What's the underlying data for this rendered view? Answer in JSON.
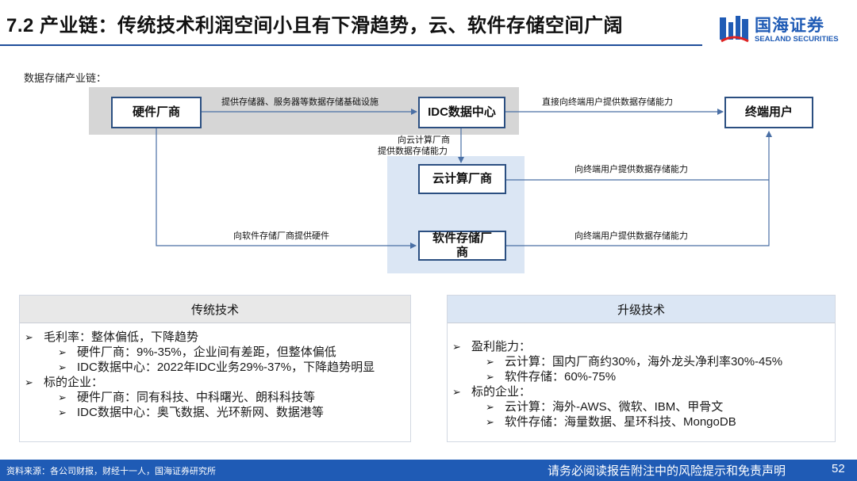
{
  "header": {
    "title": "7.2 产业链：传统技术利润空间小且有下滑趋势，云、软件存储空间广阔",
    "logo_cn": "国海证券",
    "logo_en": "SEALAND SECURITIES"
  },
  "diagram": {
    "subheading": "数据存储产业链：",
    "nodes": {
      "hardware": "硬件厂商",
      "idc": "IDC数据中心",
      "end_user": "终端用户",
      "cloud": "云计算厂商",
      "software": "软件存储厂商"
    },
    "edges": {
      "hw_to_idc": "提供存储器、服务器等数据存储基础设施",
      "idc_to_user": "直接向终端用户提供数据存储能力",
      "idc_to_cloud_1": "向云计算厂商",
      "idc_to_cloud_2": "提供数据存储能力",
      "cloud_to_user": "向终端用户提供数据存储能力",
      "hw_to_software": "向软件存储厂商提供硬件",
      "software_to_user": "向终端用户提供数据存储能力"
    }
  },
  "traditional": {
    "title": "传统技术",
    "items": [
      {
        "text": "毛利率：整体偏低，下降趋势",
        "subs": [
          "硬件厂商：9%-35%，企业间有差距，但整体偏低",
          "IDC数据中心：2022年IDC业务29%-37%，下降趋势明显"
        ]
      },
      {
        "text": "标的企业：",
        "subs": [
          "硬件厂商：同有科技、中科曙光、朗科科技等",
          "IDC数据中心：奥飞数据、光环新网、数据港等"
        ]
      }
    ]
  },
  "upgrade": {
    "title": "升级技术",
    "items": [
      {
        "text": "盈利能力：",
        "subs": [
          "云计算：国内厂商约30%，海外龙头净利率30%-45%",
          "软件存储：60%-75%"
        ]
      },
      {
        "text": "标的企业：",
        "subs": [
          "云计算：海外-AWS、微软、IBM、甲骨文",
          "软件存储：海量数据、星环科技、MongoDB"
        ]
      }
    ]
  },
  "footer": {
    "source": "资料来源：各公司财报，财经十一人，国海证券研究所",
    "disclaimer": "请务必阅读报告附注中的风险提示和免责声明",
    "page": "52"
  },
  "colors": {
    "brand": "#1f5bb5",
    "node_border": "#2b4f81",
    "band_gray": "#d6d6d6",
    "band_blue": "#dbe6f4"
  }
}
